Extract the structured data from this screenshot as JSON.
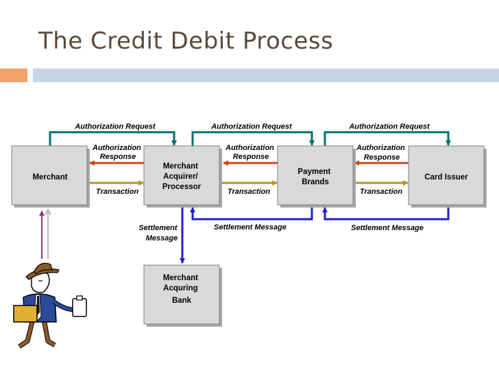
{
  "title": "The Credit Debit Process",
  "colors": {
    "title": "#5a4a3a",
    "accent": "#f2a36b",
    "header_bar": "#c7d6e6",
    "box_fill": "#d9d9d9",
    "auth_request": "#006e6e",
    "auth_response": "#d0451b",
    "transaction": "#b8901e",
    "settlement": "#1f1fc8"
  },
  "boxes": {
    "merchant": [
      "Merchant"
    ],
    "acquirer": [
      "Merchant",
      "Acquirer/",
      "Processor"
    ],
    "brands": [
      "Payment",
      "Brands"
    ],
    "issuer": [
      "Card Issuer"
    ],
    "bank": [
      "Merchant",
      "Acquring",
      "Bank"
    ]
  },
  "labels": {
    "auth_request_1": [
      "Authorization Request"
    ],
    "auth_request_2": [
      "Authorization Request"
    ],
    "auth_request_3": [
      "Authorization Request"
    ],
    "auth_response_1": [
      "Authorization",
      "Response"
    ],
    "auth_response_2": [
      "Authorization",
      "Response"
    ],
    "auth_response_3": [
      "Authorization",
      "Response"
    ],
    "transaction_1": [
      "Transaction"
    ],
    "transaction_2": [
      "Transaction"
    ],
    "transaction_3": [
      "Transaction"
    ],
    "settlement_1": [
      "Settlement",
      "Message"
    ],
    "settlement_2": [
      "Settlement Message"
    ],
    "settlement_3": [
      "Settlement Message"
    ]
  },
  "icons": {
    "person": "businessman-with-clipboard-icon"
  }
}
